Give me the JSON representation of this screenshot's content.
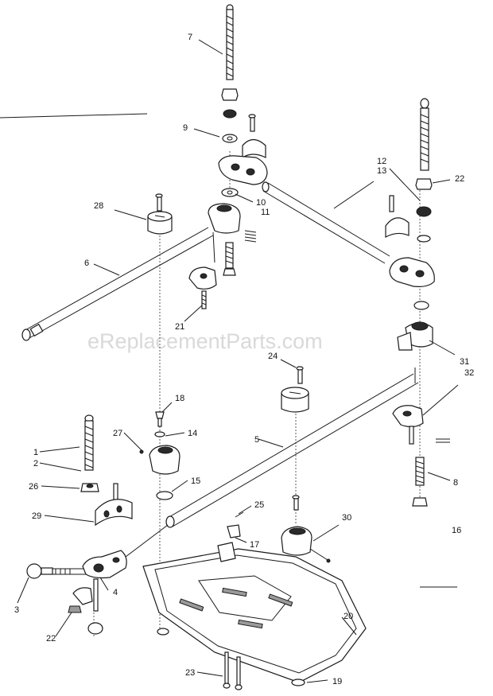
{
  "watermark": "eReplacementParts.com",
  "callouts": {
    "c1": "1",
    "c2": "2",
    "c3": "3",
    "c4": "4",
    "c5": "5",
    "c6": "6",
    "c7": "7",
    "c8": "8",
    "c9": "9",
    "c10": "10",
    "c11": "11",
    "c12": "12",
    "c13": "13",
    "c14": "14",
    "c15": "15",
    "c16": "16",
    "c17": "17",
    "c18": "18",
    "c19": "19",
    "c20": "20",
    "c21": "21",
    "c22a": "22",
    "c22b": "22",
    "c23": "23",
    "c24": "24",
    "c25": "25",
    "c26": "26",
    "c27": "27",
    "c28": "28",
    "c29": "29",
    "c30": "30",
    "c31": "31",
    "c32": "32"
  }
}
